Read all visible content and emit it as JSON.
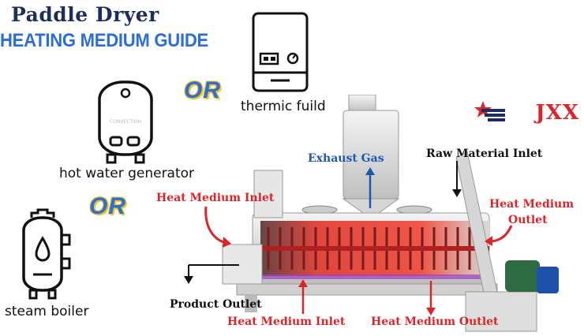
{
  "header": {
    "title": "Paddle Dryer",
    "subtitle": "HEATING MEDIUM GUIDE"
  },
  "options": {
    "or_label": "OR",
    "thermic": "thermic fuild",
    "hot_water": "hot water generator",
    "steam": "steam boiler",
    "hot_water_panel_text": "CONVECTION"
  },
  "brand": {
    "logo": "JXX"
  },
  "machine": {
    "exhaust": "Exhaust Gas",
    "raw_inlet": "Raw Material Inlet",
    "heat_inlet_top": "Heat Medium Inlet",
    "heat_outlet_right": "Heat Medium\nOutlet",
    "heat_outlet_right_line1": "Heat Medium",
    "heat_outlet_right_line2": "Outlet",
    "product_outlet": "Product Outlet",
    "heat_inlet_bottom": "Heat Medium Inlet",
    "heat_outlet_bottom": "Heat Medium Outlet"
  },
  "colors": {
    "accent_red": "#d9262b",
    "accent_blue": "#1e58b0",
    "title_navy": "#1c2f5c",
    "subtitle_blue": "#2b6fd6",
    "or_blue": "#2f6fcf",
    "or_yellow": "#f1c232"
  }
}
